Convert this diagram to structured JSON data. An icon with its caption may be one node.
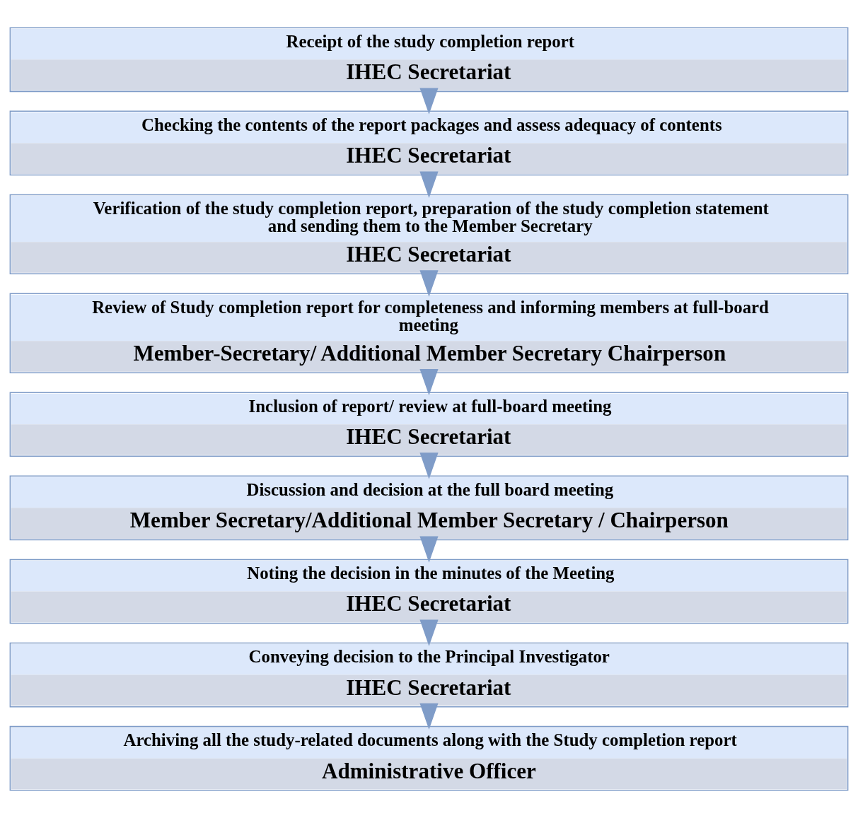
{
  "diagram": {
    "nodes": [
      {
        "text": [
          "Receipt of the study completion report",
          "IHEC Secretariat"
        ]
      },
      {
        "text": [
          "Checking the contents of the report packages and assess adequacy of contents",
          "IHEC Secretariat"
        ]
      },
      {
        "text": [
          "Verification of the study completion report, preparation of the study completion statement and sending them to the Member Secretary",
          "IHEC Secretariat"
        ]
      },
      {
        "text": [
          "Review of Study completion report for completeness and informing members at full-board meeting",
          "Member-Secretary/ Additional Member Secretary Chairperson"
        ]
      },
      {
        "text": [
          "Inclusion of report/ review at full-board meeting",
          "IHEC Secretariat"
        ]
      },
      {
        "text": [
          "Discussion and decision at the full board meeting",
          "Member Secretary/Additional Member Secretary / Chairperson"
        ]
      },
      {
        "text": [
          "Noting the decision in the minutes of the Meeting",
          "IHEC Secretariat"
        ]
      },
      {
        "text": [
          "Conveying decision to the Principal Investigator",
          "IHEC Secretariat"
        ]
      },
      {
        "text": [
          "Archiving all the study-related documents along with the Study completion report",
          "Administrative Officer"
        ]
      }
    ],
    "edges": [
      {
        "from": 0,
        "to": 1,
        "arrow": "to"
      },
      {
        "from": 1,
        "to": 2,
        "arrow": "to"
      },
      {
        "from": 2,
        "to": 3,
        "arrow": "to"
      },
      {
        "from": 3,
        "to": 4,
        "arrow": "to"
      },
      {
        "from": 4,
        "to": 5,
        "arrow": "to"
      },
      {
        "from": 5,
        "to": 6,
        "arrow": "to"
      },
      {
        "from": 6,
        "to": 7,
        "arrow": "to"
      },
      {
        "from": 7,
        "to": 8,
        "arrow": "to"
      }
    ]
  }
}
